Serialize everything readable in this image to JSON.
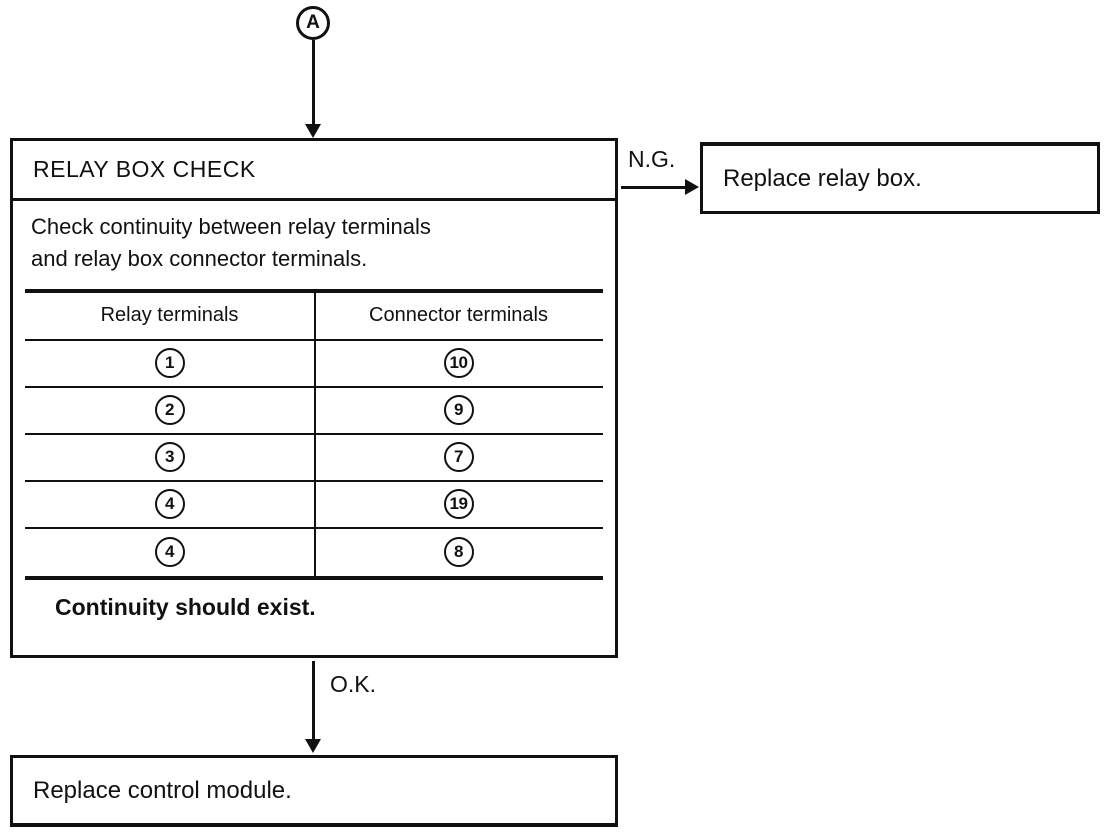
{
  "connector_label": "A",
  "labels": {
    "ng": "N.G.",
    "ok": "O.K."
  },
  "main_box": {
    "title": "RELAY BOX CHECK",
    "description_line1": "Check continuity between relay terminals",
    "description_line2": "and relay box connector terminals.",
    "table": {
      "headers": [
        "Relay terminals",
        "Connector terminals"
      ],
      "rows": [
        {
          "relay": "1",
          "connector": "10"
        },
        {
          "relay": "2",
          "connector": "9"
        },
        {
          "relay": "3",
          "connector": "7"
        },
        {
          "relay": "4",
          "connector": "19"
        },
        {
          "relay": "4",
          "connector": "8"
        }
      ]
    },
    "note": "Continuity should exist."
  },
  "ng_box": {
    "text": "Replace relay box."
  },
  "ok_box": {
    "text": "Replace control module."
  }
}
